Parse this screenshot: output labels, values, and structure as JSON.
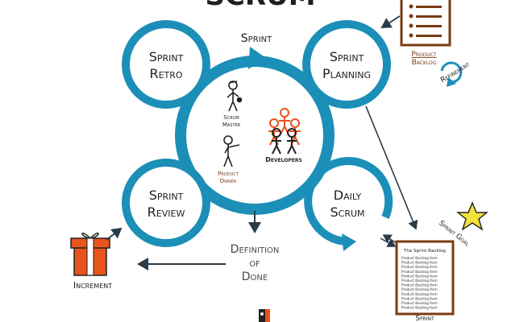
{
  "title": "SCRUM",
  "sprint": "Sprint",
  "nodes": {
    "retro": [
      "Sprint",
      "Retro"
    ],
    "planning": [
      "Sprint",
      "Planning"
    ],
    "review": [
      "Sprint",
      "Review"
    ],
    "daily": [
      "Daily",
      "Scrum"
    ]
  },
  "roles": {
    "scrum_master": [
      "Scrum",
      "Master"
    ],
    "product_owner": [
      "Product",
      "Owner"
    ],
    "developers": "Developers"
  },
  "product_backlog": [
    "Product",
    "Backlog"
  ],
  "refinement": "Refinement",
  "sprint_goal": "Sprint Goal",
  "sprint_backlog": {
    "header": "The Sprint Backlog",
    "item": "Product Backlog Item",
    "footer": "Sprint"
  },
  "definition_of_done": [
    "Definition",
    "of",
    "Done"
  ],
  "increment": "Increment",
  "colors": {
    "ring": "#1b8fb8",
    "brown": "#7a3b13",
    "orange": "#e8541c",
    "star": "#f4e13a"
  }
}
